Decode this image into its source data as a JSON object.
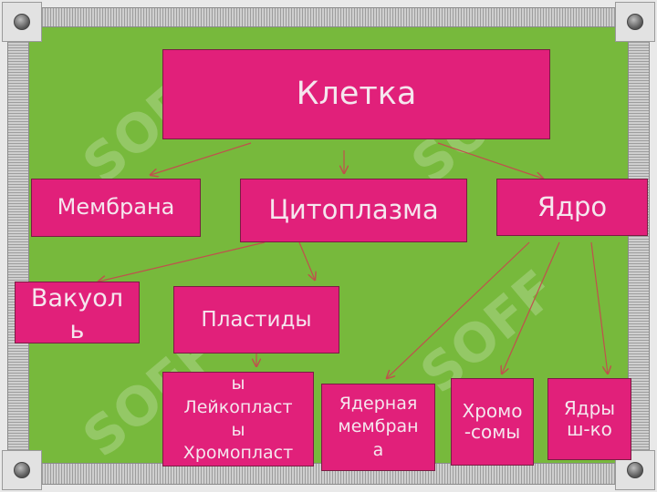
{
  "diagram": {
    "root": "Клетка",
    "level1": [
      "Мембрана",
      "Цитоплазма",
      "Ядро"
    ],
    "vacuole": "Вакуол\nь",
    "plastids": "Пластиды",
    "plastid_types": "Хлоропласт\nы\nЛейкопласт\nы\nХромопласт\nы",
    "nucleus_parts": [
      "Ядерная\nмембран\nа",
      "Хромо\n-сомы",
      "Ядры\nш-ко"
    ]
  },
  "colors": {
    "box": "#e1207a",
    "background": "#77b93c",
    "arrow": "#c0504d"
  },
  "watermark": "SOFF"
}
